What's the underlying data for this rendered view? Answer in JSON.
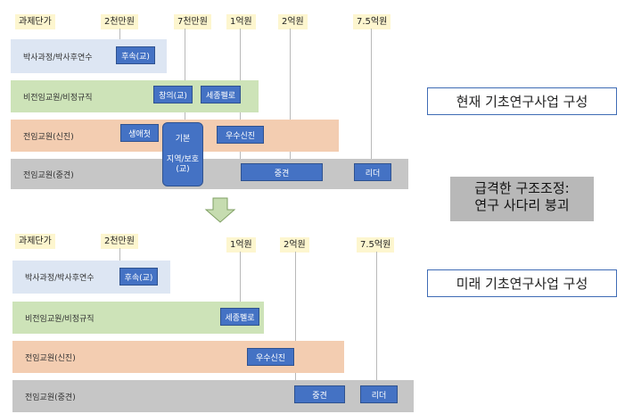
{
  "colors": {
    "label_bg": "#fdf6cf",
    "band_blue": "#dde6f3",
    "band_green": "#cde3b8",
    "band_orange": "#f3cdb1",
    "band_gray": "#c6c6c6",
    "program": "#4472c4",
    "heading_border": "#3f6cb5",
    "callout_bg": "#b8b8b8",
    "arrow": "#c6dcb0"
  },
  "current": {
    "axis_title": "과제단가",
    "ticks": [
      "2천만원",
      "7천만원",
      "1억원",
      "2억원",
      "7.5억원"
    ],
    "rows": [
      "박사과정/박사후연수",
      "비전임교원/비정규직",
      "전임교원(신진)",
      "전임교원(중견)"
    ],
    "programs": {
      "succession": "후속(교)",
      "creative": "창의(교)",
      "sejong": "세종펠로",
      "life_first": "생애첫",
      "excellent_new": "우수신진",
      "basic_top": "기본",
      "basic_bottom_line1": "지역/보호",
      "basic_bottom_line2": "(교)",
      "midcareer": "중견",
      "leader": "리더"
    },
    "heading": "현재 기초연구사업 구성"
  },
  "callout": {
    "line1": "급격한 구조조정:",
    "line2": "연구 사다리 붕괴"
  },
  "future": {
    "axis_title": "과제단가",
    "ticks": [
      "2천만원",
      "1억원",
      "2억원",
      "7.5억원"
    ],
    "rows": [
      "박사과정/박사후연수",
      "비전임교원/비정규직",
      "전임교원(신진)",
      "전임교원(중견)"
    ],
    "programs": {
      "succession": "후속(교)",
      "sejong": "세종펠로",
      "excellent_new": "우수신진",
      "midcareer": "중견",
      "leader": "리더"
    },
    "heading": "미래 기초연구사업 구성"
  }
}
